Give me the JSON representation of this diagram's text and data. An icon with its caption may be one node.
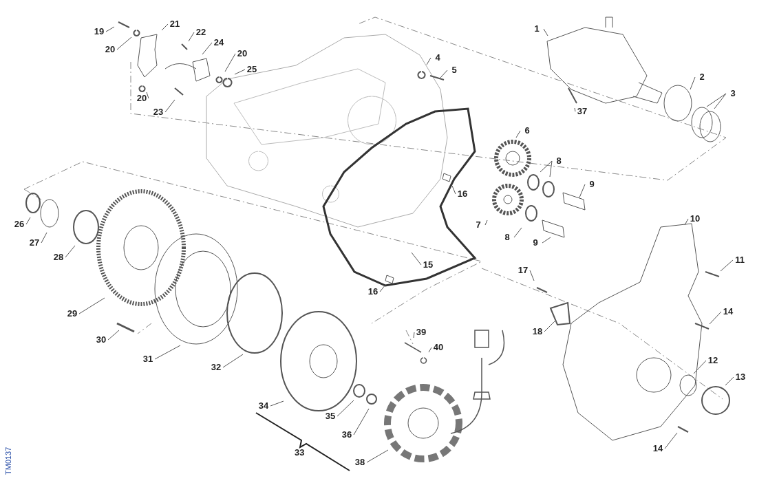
{
  "diagram": {
    "nodes": [
      {
        "text": [
          "1"
        ]
      },
      {
        "text": [
          "2"
        ]
      },
      {
        "text": [
          "3"
        ]
      },
      {
        "text": [
          "4"
        ]
      },
      {
        "text": [
          "5"
        ]
      },
      {
        "text": [
          "6"
        ]
      },
      {
        "text": [
          "7"
        ]
      },
      {
        "text": [
          "8"
        ]
      },
      {
        "text": [
          "8"
        ]
      },
      {
        "text": [
          "9"
        ]
      },
      {
        "text": [
          "9"
        ]
      },
      {
        "text": [
          "10"
        ]
      },
      {
        "text": [
          "11"
        ]
      },
      {
        "text": [
          "12"
        ]
      },
      {
        "text": [
          "13"
        ]
      },
      {
        "text": [
          "14"
        ]
      },
      {
        "text": [
          "14"
        ]
      },
      {
        "text": [
          "15"
        ]
      },
      {
        "text": [
          "16"
        ]
      },
      {
        "text": [
          "16"
        ]
      },
      {
        "text": [
          "17"
        ]
      },
      {
        "text": [
          "18"
        ]
      },
      {
        "text": [
          "19"
        ]
      },
      {
        "text": [
          "20"
        ]
      },
      {
        "text": [
          "20"
        ]
      },
      {
        "text": [
          "20"
        ]
      },
      {
        "text": [
          "21"
        ]
      },
      {
        "text": [
          "22"
        ]
      },
      {
        "text": [
          "23"
        ]
      },
      {
        "text": [
          "24"
        ]
      },
      {
        "text": [
          "25"
        ]
      },
      {
        "text": [
          "26"
        ]
      },
      {
        "text": [
          "27"
        ]
      },
      {
        "text": [
          "28"
        ]
      },
      {
        "text": [
          "29"
        ]
      },
      {
        "text": [
          "30"
        ]
      },
      {
        "text": [
          "31"
        ]
      },
      {
        "text": [
          "32"
        ]
      },
      {
        "text": [
          "34"
        ]
      },
      {
        "text": [
          "35"
        ]
      },
      {
        "text": [
          "36"
        ]
      },
      {
        "text": [
          "37"
        ]
      },
      {
        "text": [
          "38"
        ]
      },
      {
        "text": [
          "39"
        ]
      },
      {
        "text": [
          "40"
        ]
      }
    ],
    "edges": [
      {
        "from": 0,
        "to": null,
        "arrow": "none"
      },
      {
        "from": 1,
        "to": null,
        "arrow": "none"
      },
      {
        "from": 2,
        "to": null,
        "arrow": "none"
      },
      {
        "from": 2,
        "to": null,
        "arrow": "none"
      },
      {
        "from": 3,
        "to": null,
        "arrow": "none"
      },
      {
        "from": 4,
        "to": null,
        "arrow": "none"
      },
      {
        "from": 5,
        "to": null,
        "arrow": "none"
      },
      {
        "from": 6,
        "to": null,
        "arrow": "none"
      },
      {
        "from": 7,
        "to": null,
        "arrow": "none"
      },
      {
        "from": 7,
        "to": null,
        "arrow": "none"
      },
      {
        "from": 8,
        "to": null,
        "arrow": "none"
      },
      {
        "from": 9,
        "to": null,
        "arrow": "none"
      },
      {
        "from": 10,
        "to": null,
        "arrow": "none"
      },
      {
        "from": 11,
        "to": null,
        "arrow": "none"
      },
      {
        "from": 12,
        "to": null,
        "arrow": "none"
      },
      {
        "from": 13,
        "to": null,
        "arrow": "none"
      },
      {
        "from": 14,
        "to": null,
        "arrow": "none"
      },
      {
        "from": 15,
        "to": null,
        "arrow": "none"
      },
      {
        "from": 16,
        "to": null,
        "arrow": "none"
      },
      {
        "from": 17,
        "to": null,
        "arrow": "none"
      },
      {
        "from": 18,
        "to": null,
        "arrow": "none"
      },
      {
        "from": 19,
        "to": null,
        "arrow": "none"
      },
      {
        "from": 20,
        "to": null,
        "arrow": "none"
      },
      {
        "from": 21,
        "to": null,
        "arrow": "none"
      },
      {
        "from": 22,
        "to": null,
        "arrow": "none"
      },
      {
        "from": 23,
        "to": null,
        "arrow": "none"
      },
      {
        "from": 24,
        "to": null,
        "arrow": "none"
      },
      {
        "from": 25,
        "to": null,
        "arrow": "none"
      },
      {
        "from": 26,
        "to": null,
        "arrow": "none"
      },
      {
        "from": 27,
        "to": null,
        "arrow": "none"
      },
      {
        "from": 28,
        "to": null,
        "arrow": "none"
      },
      {
        "from": 29,
        "to": null,
        "arrow": "none"
      },
      {
        "from": 30,
        "to": null,
        "arrow": "none"
      },
      {
        "from": 31,
        "to": null,
        "arrow": "none"
      },
      {
        "from": 32,
        "to": null,
        "arrow": "none"
      },
      {
        "from": 33,
        "to": null,
        "arrow": "none"
      },
      {
        "from": 34,
        "to": null,
        "arrow": "none"
      },
      {
        "from": 35,
        "to": null,
        "arrow": "none"
      },
      {
        "from": 36,
        "to": null,
        "arrow": "none"
      },
      {
        "from": 37,
        "to": null,
        "arrow": "none"
      },
      {
        "from": 38,
        "to": null,
        "arrow": "none"
      },
      {
        "from": 39,
        "to": null,
        "arrow": "none"
      },
      {
        "from": 40,
        "to": null,
        "arrow": "none"
      },
      {
        "from": 41,
        "to": null,
        "arrow": "none"
      },
      {
        "from": 42,
        "to": null,
        "arrow": "none"
      },
      {
        "from": 43,
        "to": null,
        "arrow": "none"
      },
      {
        "from": 44,
        "to": null,
        "arrow": "none"
      }
    ],
    "labels": [
      "33",
      "TM0137"
    ]
  }
}
